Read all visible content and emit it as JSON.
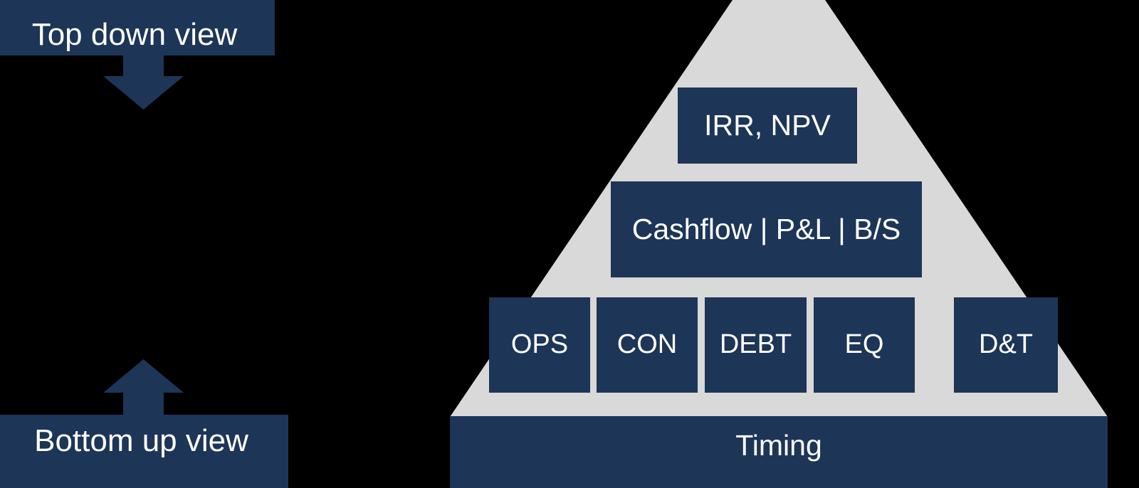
{
  "colors": {
    "navy": "#1d3557",
    "gray": "#d9d9d9",
    "text": "#ffffff",
    "background": "#000000"
  },
  "left_flow": {
    "top_label": "Top down view",
    "bottom_label": "Bottom up view",
    "down_arrow_name": "down-arrow",
    "up_arrow_name": "up-arrow"
  },
  "pyramid": {
    "tier1": {
      "label": "IRR, NPV"
    },
    "tier2": {
      "label": "Cashflow | P&L | B/S"
    },
    "tier3": {
      "pillars": [
        {
          "label": "OPS"
        },
        {
          "label": "CON"
        },
        {
          "label": "DEBT"
        },
        {
          "label": "EQ"
        },
        {
          "label": "D&T"
        }
      ]
    },
    "base": {
      "label": "Timing"
    }
  }
}
